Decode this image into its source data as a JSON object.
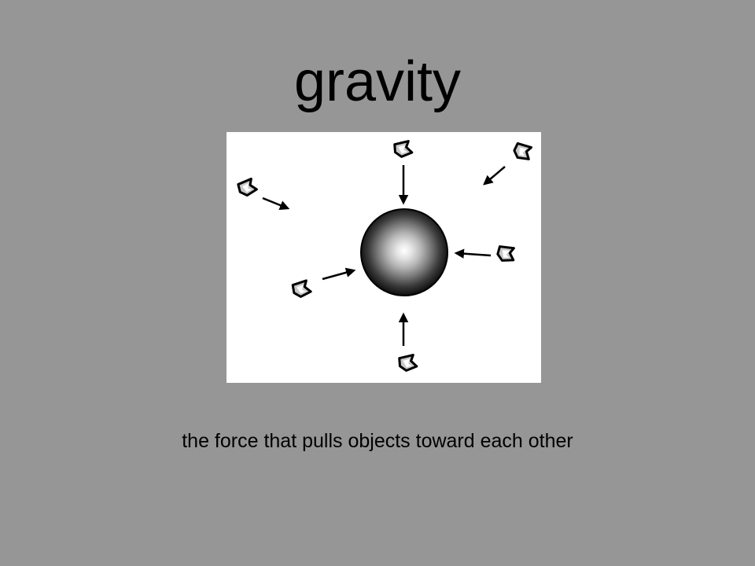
{
  "slide": {
    "title": "gravity",
    "caption": "the force that pulls objects toward each other"
  },
  "diagram": {
    "center_body_icon": "planet-sphere-icon",
    "object_icon": "rock-icon",
    "arrow_icon": "arrow-icon",
    "object_count": 6,
    "colors": {
      "slide_background": "#969696",
      "panel_background": "#ffffff",
      "ink": "#000000",
      "rock_fill": "#c8c8c8"
    }
  }
}
